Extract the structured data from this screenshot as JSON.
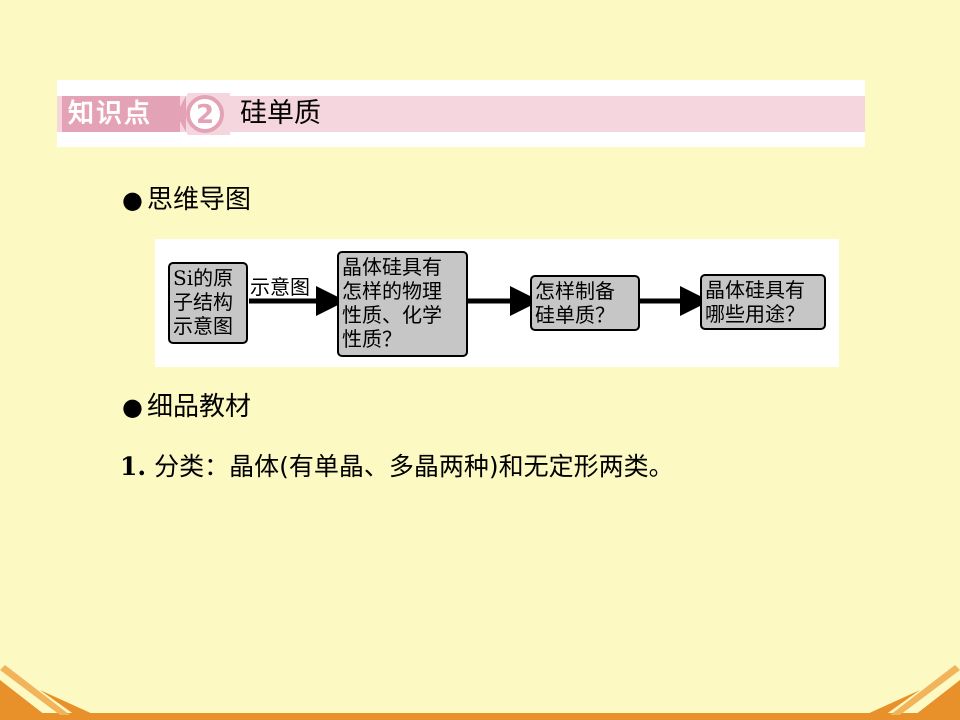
{
  "header": {
    "tag_label": "知识点",
    "tag_number": "2",
    "title": "硅单质"
  },
  "section1": {
    "bullet": "●",
    "heading": "思维导图"
  },
  "mindmap": {
    "node1": "Si的原\n子结构\n示意图",
    "arrow1_label": "示意图",
    "node2": "晶体硅具有\n怎样的物理\n性质、化学\n性质？",
    "node3": "怎样制备\n硅单质？",
    "node4": "晶体硅具有\n哪些用途？"
  },
  "section2": {
    "bullet": "●",
    "heading": "细品教材"
  },
  "point1": {
    "number": "1",
    "sep": ".",
    "text": "分类：晶体(有单晶、多晶两种)和无定形两类。"
  },
  "colors": {
    "background": "#fdf9c3",
    "tag_pink": "#e4a2b6",
    "strip_pink": "#f5d6df",
    "node_gray": "#c6c6c6",
    "deco_orange": "#e8902a"
  }
}
